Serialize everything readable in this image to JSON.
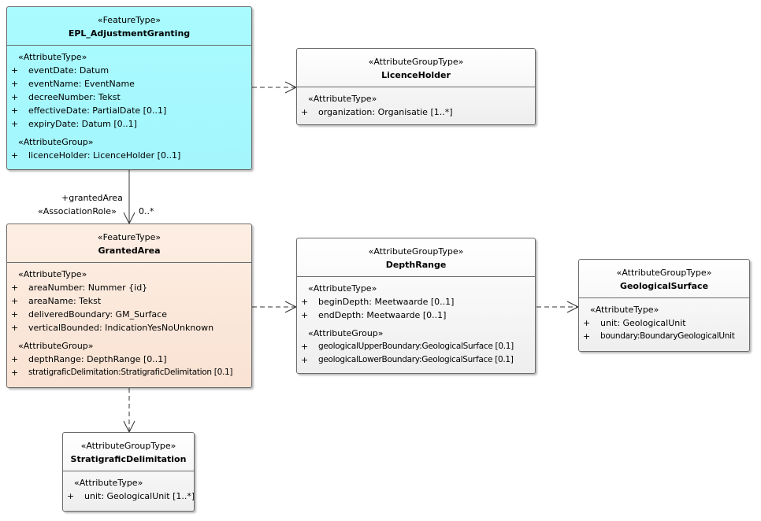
{
  "classes": {
    "epl": {
      "stereotype": "«FeatureType»",
      "name": "EPL_AdjustmentGranting",
      "sec1": "«AttributeType»",
      "a1": "eventDate: Datum",
      "a2": "eventName: EventName",
      "a3": "decreeNumber: Tekst",
      "a4": "effectiveDate: PartialDate [0..1]",
      "a5": "expiryDate: Datum [0..1]",
      "sec2": "«AttributeGroup»",
      "g1": "licenceHolder: LicenceHolder [0..1]"
    },
    "licence": {
      "stereotype": "«AttributeGroupType»",
      "name": "LicenceHolder",
      "sec1": "«AttributeType»",
      "a1": "organization: Organisatie [1..*]"
    },
    "granted": {
      "stereotype": "«FeatureType»",
      "name": "GrantedArea",
      "sec1": "«AttributeType»",
      "a1": "areaNumber: Nummer {id}",
      "a2": "areaName: Tekst",
      "a3": "deliveredBoundary: GM_Surface",
      "a4": "verticalBounded: IndicationYesNoUnknown",
      "sec2": "«AttributeGroup»",
      "g1": "depthRange: DepthRange [0..1]",
      "g2": "stratigraficDelimitation:StratigraficDelimitation [0.1]"
    },
    "depth": {
      "stereotype": "«AttributeGroupType»",
      "name": "DepthRange",
      "sec1": "«AttributeType»",
      "a1": "beginDepth: Meetwaarde [0..1]",
      "a2": "endDepth: Meetwaarde [0..1]",
      "sec2": "«AttributeGroup»",
      "g1": "geologicalUpperBoundary:GeologicalSurface [0.1]",
      "g2": "geologicalLowerBoundary:GeologicalSurface [0.1]"
    },
    "geosurface": {
      "stereotype": "«AttributeGroupType»",
      "name": "GeologicalSurface",
      "sec1": "«AttributeType»",
      "a1": "unit: GeologicalUnit",
      "a2": "boundary:BoundaryGeologicalUnit"
    },
    "strat": {
      "stereotype": "«AttributeGroupType»",
      "name": "StratigraficDelimitation",
      "sec1": "«AttributeType»",
      "a1": "unit: GeologicalUnit [1..*]"
    }
  },
  "association": {
    "role": "+grantedArea",
    "stereotype": "«AssociationRole»",
    "multiplicity": "0..*"
  },
  "visibility": "+",
  "colors": {
    "featureType": "#a6f9fd",
    "grantedArea": "#fbe8db",
    "groupType": "#f2f2f2",
    "border": "#6b6b6b"
  }
}
